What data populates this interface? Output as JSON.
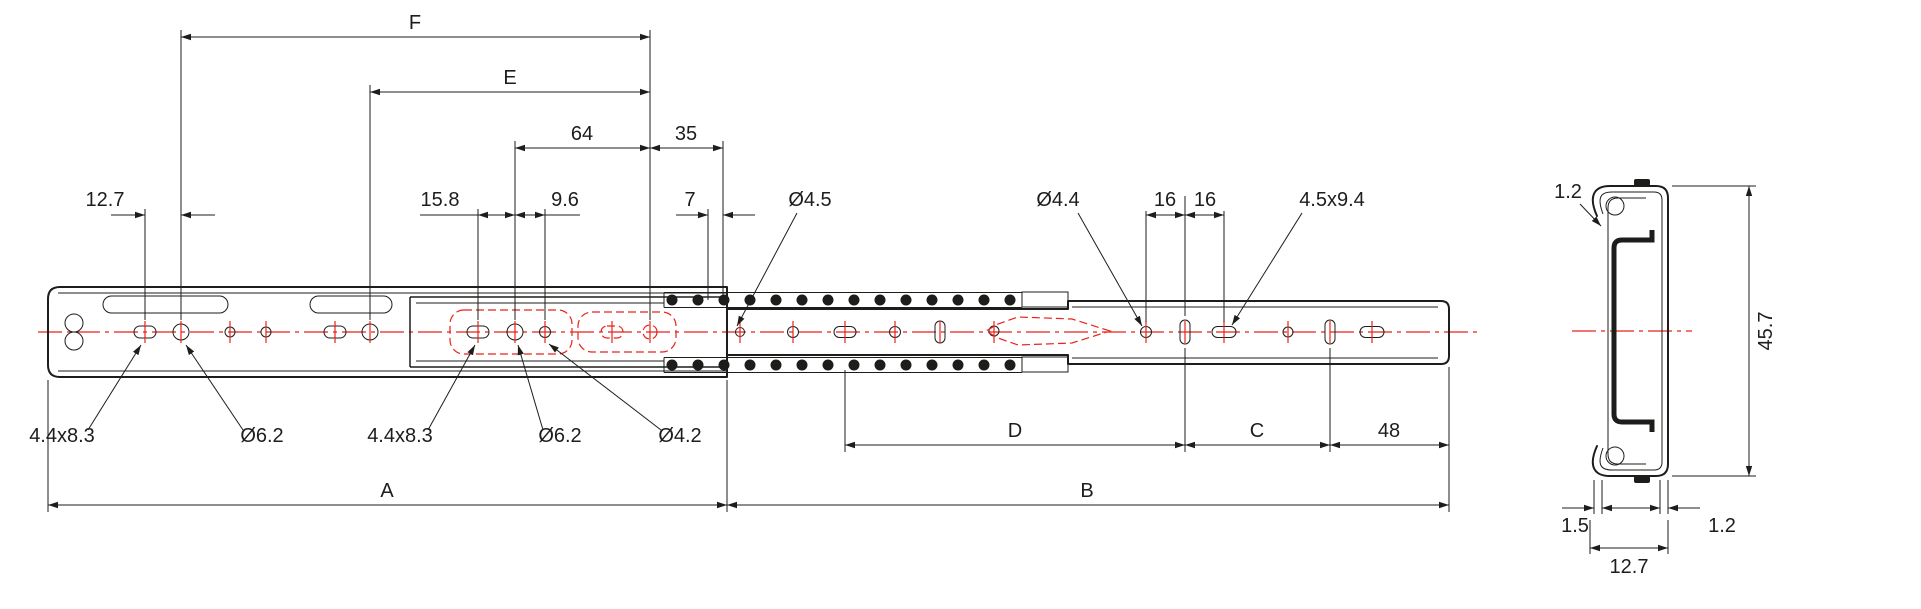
{
  "colors": {
    "line": "#1d1d1b",
    "centerline_red": "#e8231a",
    "background": "#ffffff"
  },
  "side_view": {
    "top_dims": {
      "f": "F",
      "e": "E",
      "d64": "64",
      "d35": "35",
      "d12_7": "12.7",
      "d15_8": "15.8",
      "d9_6": "9.6",
      "d7": "7",
      "dia4_5": "Ø4.5",
      "dia4_4": "Ø4.4",
      "d16_left": "16",
      "d16_right": "16",
      "slot4_5x9_4": "4.5x9.4"
    },
    "bottom_dims": {
      "slot4_4x8_3_left": "4.4x8.3",
      "dia6_2_left": "Ø6.2",
      "slot4_4x8_3_mid": "4.4x8.3",
      "dia6_2_mid": "Ø6.2",
      "dia4_2": "Ø4.2",
      "d": "D",
      "c": "C",
      "d48": "48",
      "a": "A",
      "b": "B"
    }
  },
  "section_view": {
    "t1_2_top": "1.2",
    "h45_7": "45.7",
    "t1_5": "1.5",
    "t1_2_bottom": "1.2",
    "w12_7": "12.7"
  }
}
